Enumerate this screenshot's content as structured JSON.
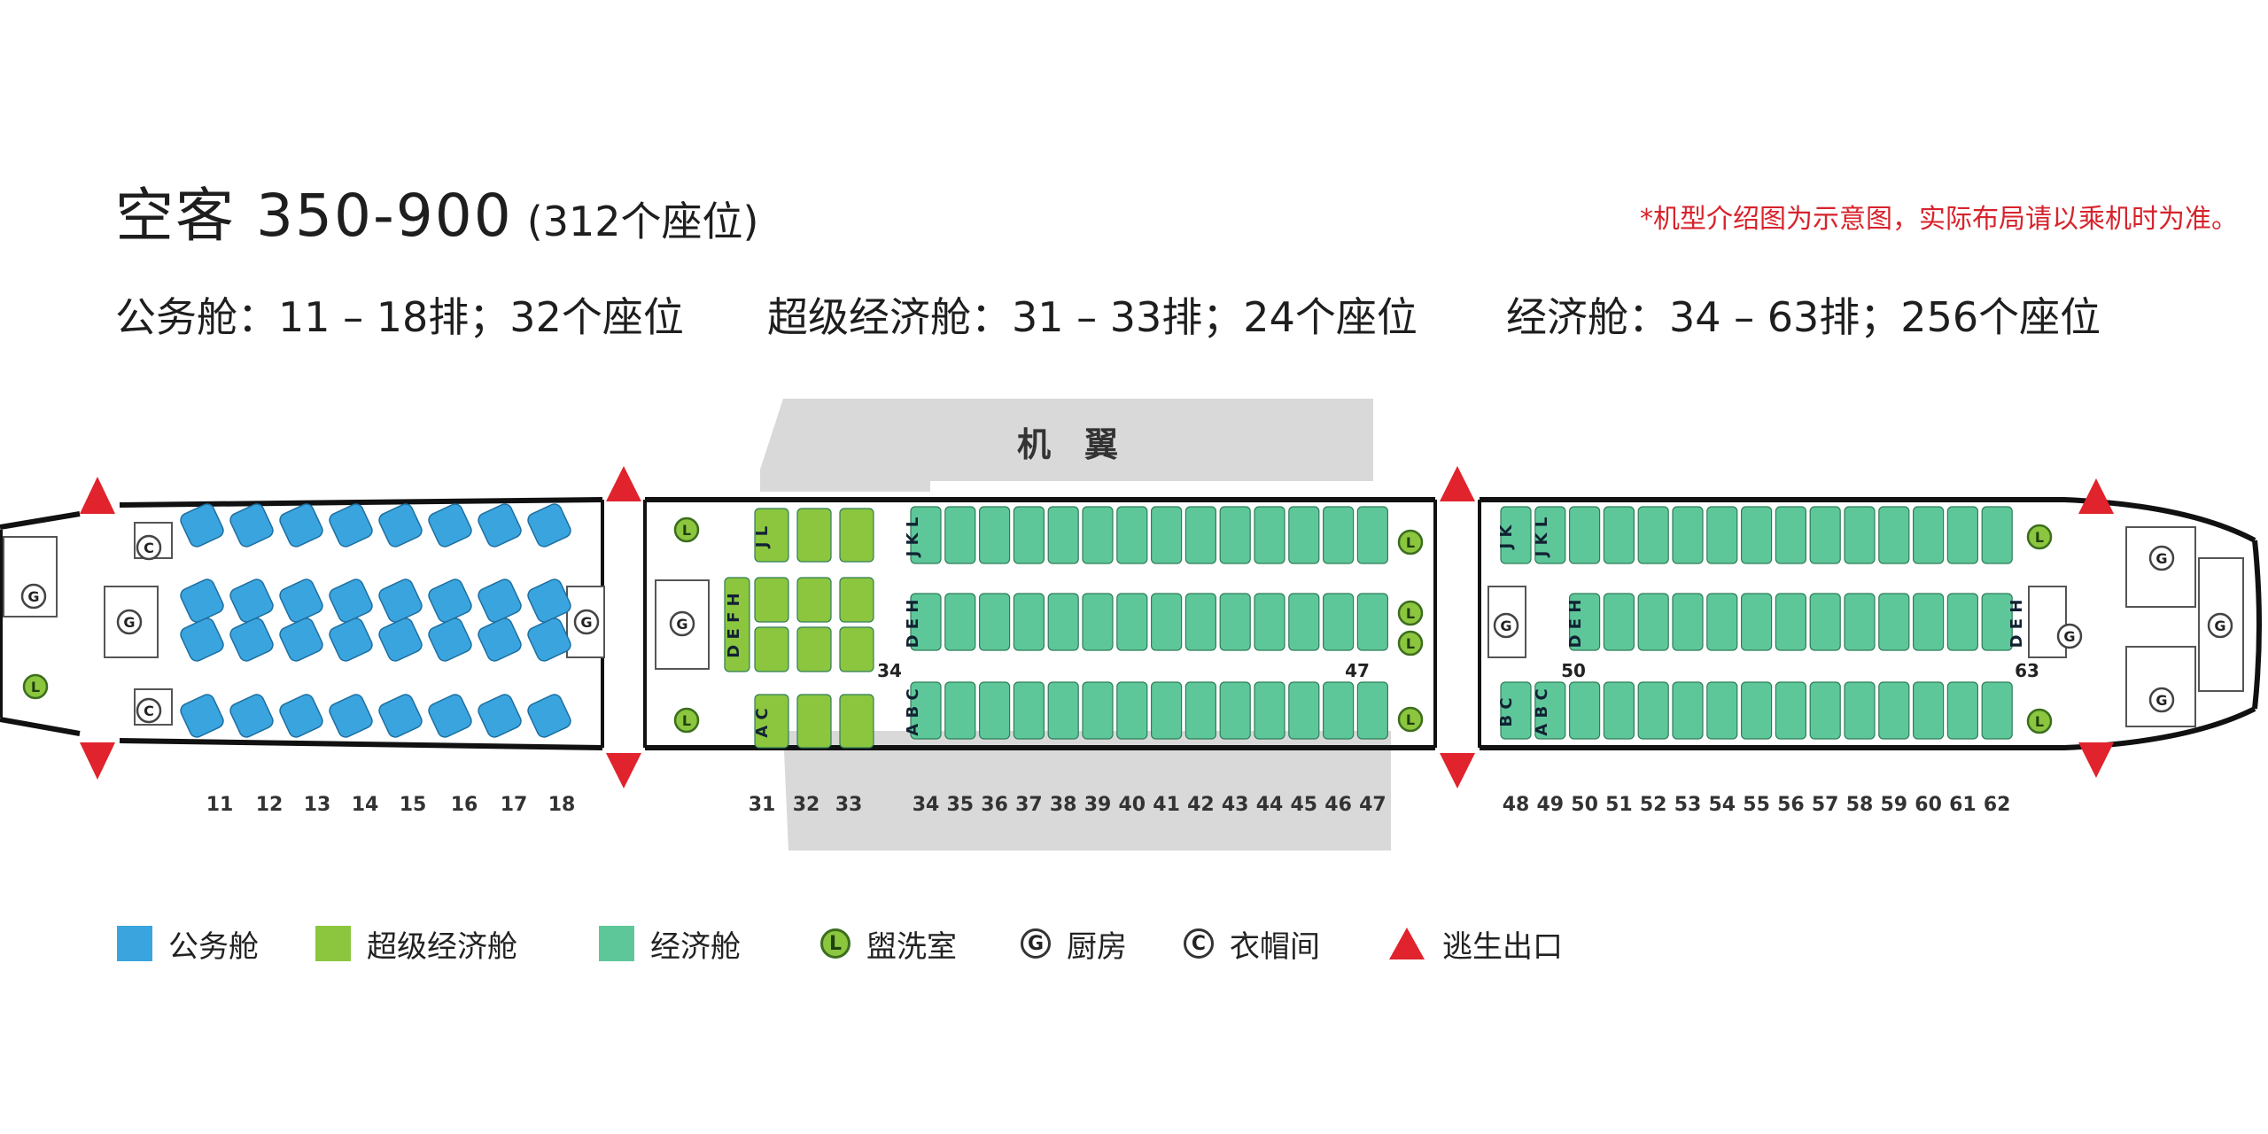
{
  "title": {
    "main": "空客 350-900",
    "sub": "(312个座位)"
  },
  "note": "*机型介绍图为示意图，实际布局请以乘机时为准。",
  "classes": [
    {
      "text": "公务舱：11 – 18排；32个座位"
    },
    {
      "text": "超级经济舱：31 – 33排；24个座位"
    },
    {
      "text": "经济舱：34 – 63排；256个座位"
    }
  ],
  "wing_label": "机　翼",
  "colors": {
    "business": "#3aa4df",
    "premium": "#8cc63f",
    "economy": "#5ec79a",
    "exit": "#e0232c",
    "wing": "#d9d9d9"
  },
  "rows": {
    "business": [
      "11",
      "12",
      "13",
      "14",
      "15",
      "16",
      "17",
      "18"
    ],
    "premium": [
      "31",
      "32",
      "33"
    ],
    "economy_front": [
      "34",
      "35",
      "36",
      "37",
      "38",
      "39",
      "40",
      "41",
      "42",
      "43",
      "44",
      "45",
      "46",
      "47"
    ],
    "economy_rear": [
      "48",
      "49",
      "50",
      "51",
      "52",
      "53",
      "54",
      "55",
      "56",
      "57",
      "58",
      "59",
      "60",
      "61",
      "62"
    ]
  },
  "seat_letters": {
    "premium_top": "J L",
    "premium_mid": "D E F H",
    "premium_bottom": "A C",
    "economy_top": "J K L",
    "economy_mid": "D E H",
    "economy_bottom": "A B C",
    "rear_top_short": "J K",
    "rear_bottom_short": "B C"
  },
  "inline_row_labels": {
    "a": "34",
    "b": "47",
    "c": "50",
    "d": "63"
  },
  "facility_marks": {
    "lavatory": "L",
    "galley": "G",
    "closet": "C"
  },
  "legend": [
    {
      "label": "公务舱",
      "kind": "swatch",
      "color": "#3aa4df",
      "icon": "business-swatch"
    },
    {
      "label": "超级经济舱",
      "kind": "swatch",
      "color": "#8cc63f",
      "icon": "premium-swatch"
    },
    {
      "label": "经济舱",
      "kind": "swatch",
      "color": "#5ec79a",
      "icon": "economy-swatch"
    },
    {
      "label": "盥洗室",
      "kind": "circle",
      "mark": "L",
      "icon": "lavatory-icon"
    },
    {
      "label": "厨房",
      "kind": "circle",
      "mark": "G",
      "icon": "galley-icon"
    },
    {
      "label": "衣帽间",
      "kind": "circle",
      "mark": "C",
      "icon": "closet-icon"
    },
    {
      "label": "逃生出口",
      "kind": "triangle",
      "color": "#e0232c",
      "icon": "exit-icon"
    }
  ]
}
